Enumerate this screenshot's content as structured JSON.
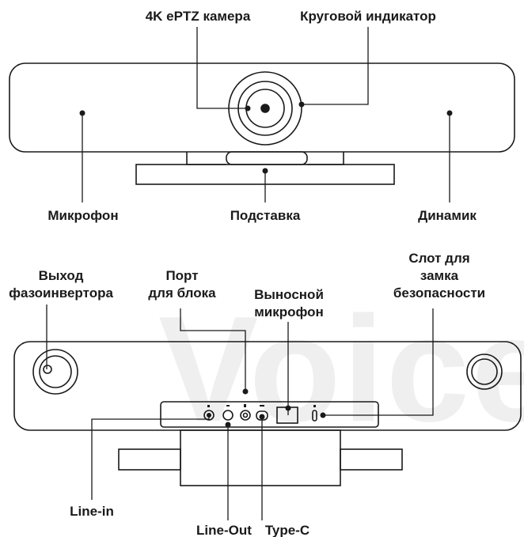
{
  "top_view": {
    "camera_label": "4K ePTZ камера",
    "ring_label": "Круговой индикатор",
    "mic_label": "Микрофон",
    "stand_label": "Подставка",
    "speaker_label": "Динамик"
  },
  "rear_view": {
    "bass_port_label": "Выход\nфазоинвертора",
    "unit_port_label": "Порт\nдля блока",
    "ext_mic_label": "Выносной\nмикрофон",
    "lock_slot_label": "Слот для\nзамка\nбезопасности",
    "line_in_label": "Line-in",
    "line_out_label": "Line-Out",
    "type_c_label": "Type-C"
  },
  "watermark": "Voice",
  "colors": {
    "stroke": "#1a1a1a",
    "text": "#1a1a1a"
  }
}
